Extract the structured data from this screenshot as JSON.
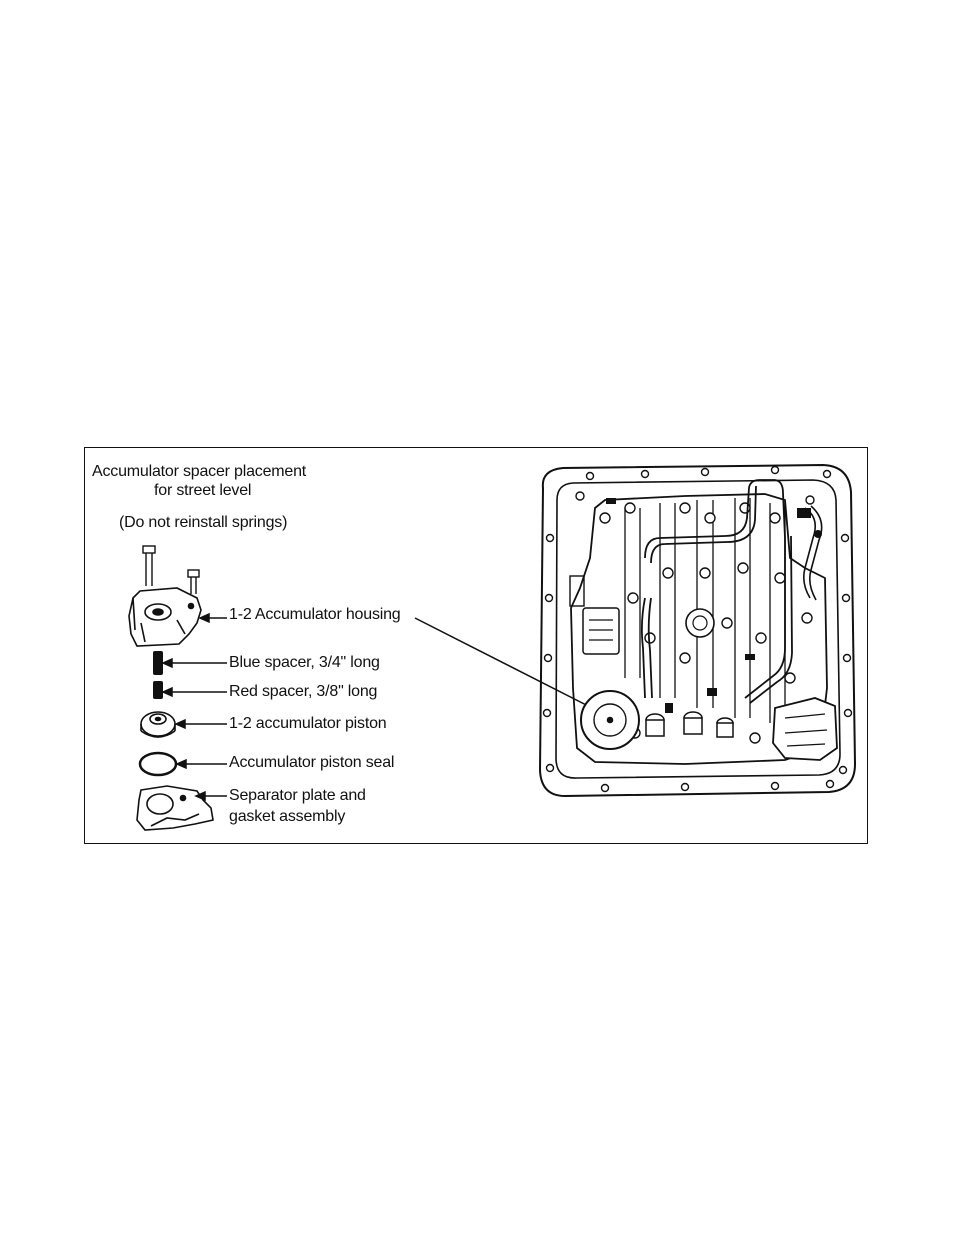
{
  "figure": {
    "title_line1": "Accumulator spacer placement",
    "title_line2": "for street level",
    "note": "(Do not reinstall springs)",
    "labels": {
      "housing": "1-2 Accumulator housing",
      "blue_spacer": "Blue spacer, 3/4\" long",
      "red_spacer": "Red spacer, 3/8\" long",
      "piston": "1-2 accumulator piston",
      "seal": "Accumulator piston seal",
      "plate_line1": "Separator plate and",
      "plate_line2": "gasket assembly"
    }
  }
}
